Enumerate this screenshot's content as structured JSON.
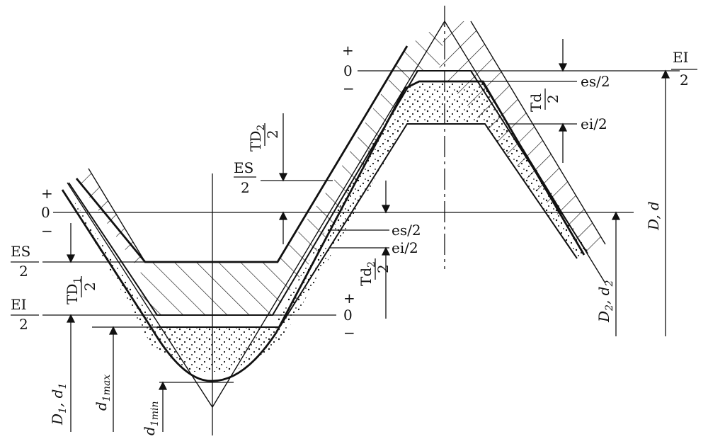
{
  "labels": {
    "plus_top": "+",
    "zero_top": "0",
    "minus_top": "−",
    "plus_left": "+",
    "zero_left": "0",
    "minus_left": "−",
    "plus_bottom": "+",
    "zero_bottom": "0",
    "minus_bottom": "−",
    "EI_top_num": "EI",
    "EI_top_den": "2",
    "es_top": "es/2",
    "ei_top": "ei/2",
    "Td_num": "Td",
    "Td_den": "2",
    "TD2_num": "TD",
    "TD2_sub": "2",
    "TD2_den": "2",
    "ES_mid_num": "ES",
    "ES_mid_den": "2",
    "es_mid": "es/2",
    "ei_mid": "ei/2",
    "Td2_num": "Td",
    "Td2_sub": "2",
    "Td2_den": "2",
    "ES_left_num": "ES",
    "ES_left_den": "2",
    "TD1_num": "TD",
    "TD1_sub": "1",
    "TD1_den": "2",
    "EI_left_num": "EI",
    "EI_left_den": "2",
    "D_d": "D, d",
    "D2_d2": "D",
    "D2_d2_sub_a": "2",
    "D2_d2_mid": ", d",
    "D2_d2_sub_b": "2",
    "D1_d1": "D",
    "D1_d1_sub_a": "1",
    "D1_d1_mid": ", d",
    "D1_d1_sub_b": "1",
    "d1max": "d",
    "d1max_sub": "1max",
    "d1min": "d",
    "d1min_sub": "1min"
  }
}
